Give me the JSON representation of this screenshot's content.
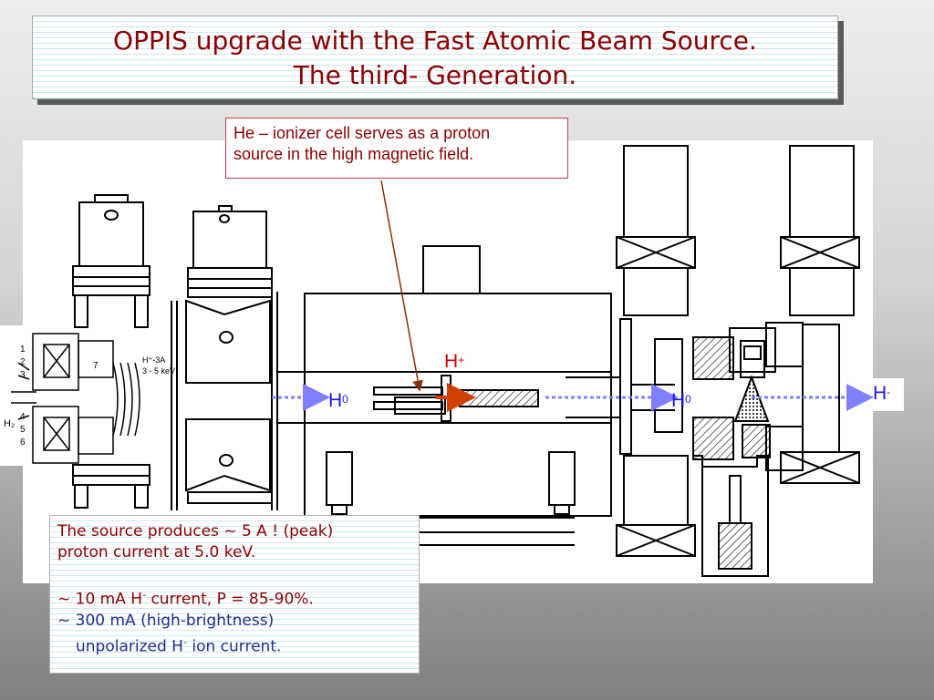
{
  "slide": {
    "title_line1": "OPPIS upgrade with the Fast Atomic Beam Source.",
    "title_line2": "The third- Generation."
  },
  "callout": {
    "line1": "He – ionizer cell serves as a proton",
    "line2": "source in the high magnetic field."
  },
  "info": {
    "line1": "The source produces ~ 5 A ! (peak)",
    "line2": "proton current at 5.0 keV.",
    "line3_pre": "~ 10 mA H",
    "line3_sup": "-",
    "line3_post": " current,  P = 85-90%.",
    "line4": "~ 300 mA (high-brightness)",
    "line5_pre": "unpolarized H",
    "line5_sup": "-",
    "line5_post": " ion current."
  },
  "beam_labels": {
    "h0_left": "H",
    "h0_left_sup": "0",
    "hplus": "H",
    "hplus_sup": "+",
    "h0_right": "H",
    "h0_right_sup": "0",
    "hminus": "H",
    "hminus_sup": "-"
  },
  "inset": {
    "numbers": [
      "1",
      "2",
      "3",
      "4",
      "5",
      "6",
      "7"
    ],
    "beam_note_line1": "H⁺-3A",
    "beam_note_line2": "3 - 5 keV",
    "gas_label": "H₂"
  },
  "colors": {
    "title_text": "#8b0000",
    "callout_text": "#8b0000",
    "callout_border": "#c04040",
    "beam_arrow": "#8080ff",
    "hplus_arrow": "#d04000",
    "info_text_blue": "#1e2f8a",
    "label_blue": "#1a1ae0",
    "label_red": "#cc0000"
  }
}
